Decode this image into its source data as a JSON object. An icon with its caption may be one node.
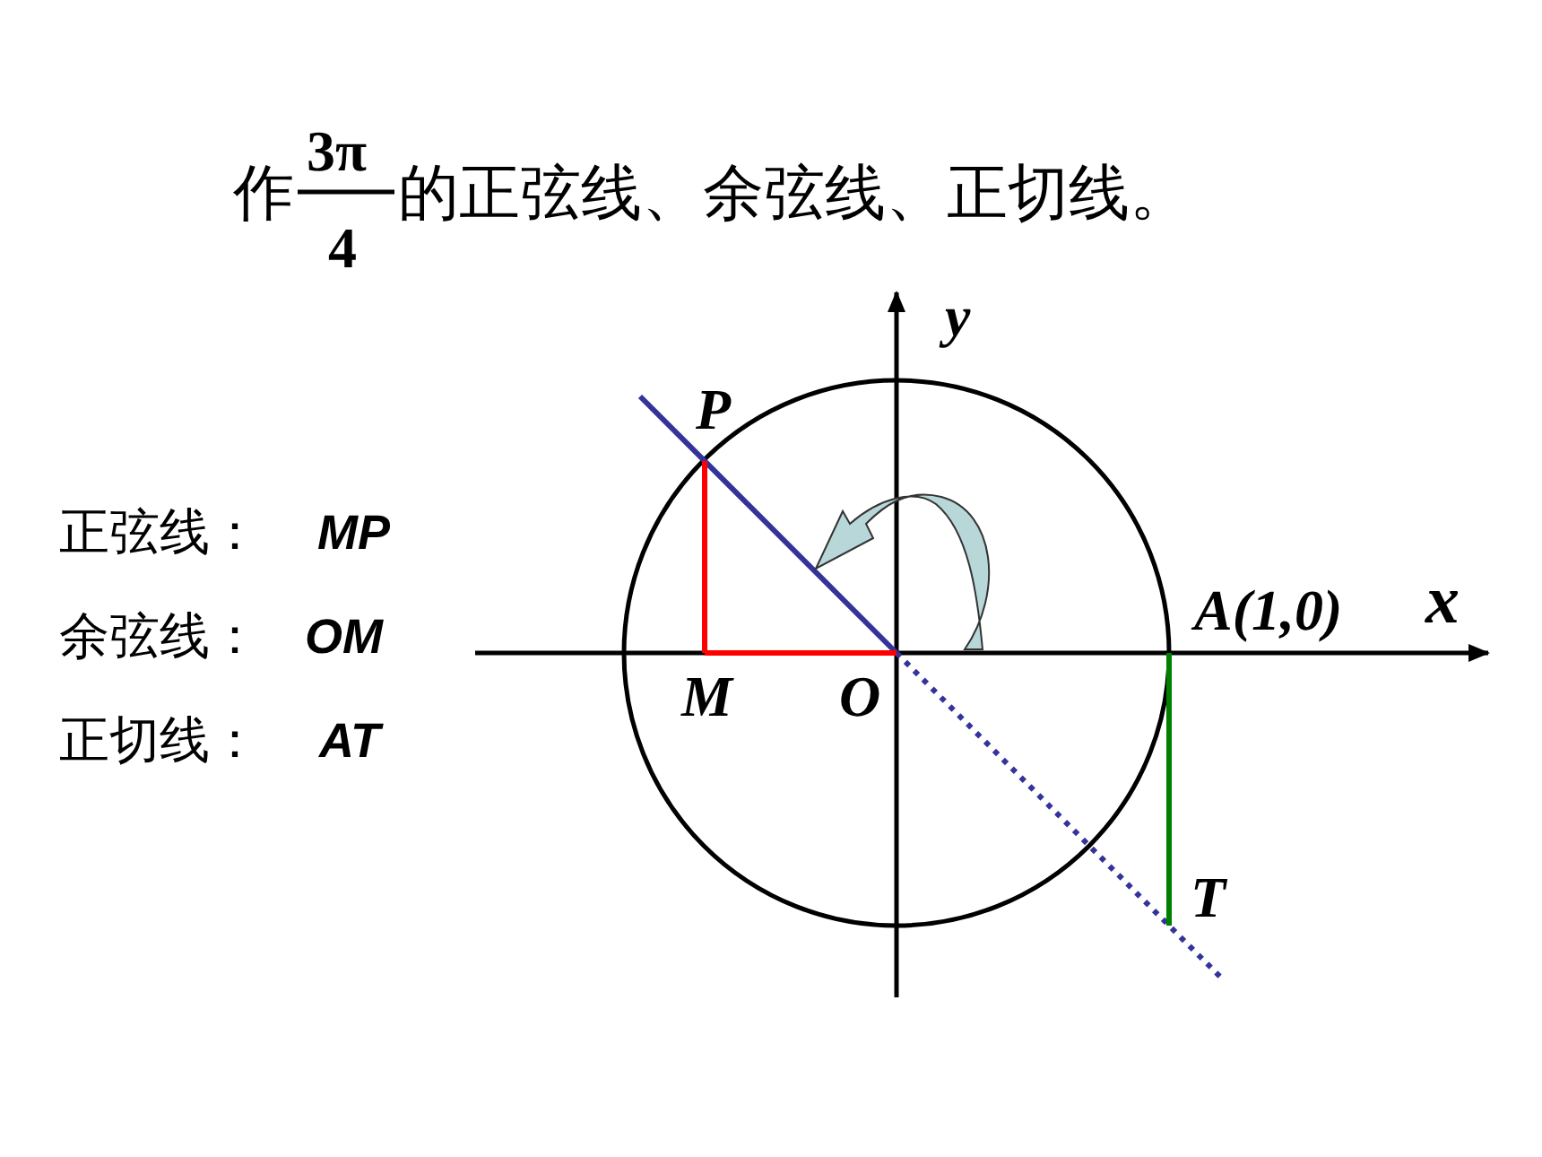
{
  "diagram": {
    "labels": [
      "作",
      "3π",
      "4",
      "的正弦线、余弦线、正切线。",
      "y",
      "P",
      "x",
      "*A*(1,0)",
      "M",
      "O",
      "T",
      "正弦线：",
      "MP",
      "余弦线：",
      "OM",
      "正切线：",
      "AT"
    ]
  }
}
